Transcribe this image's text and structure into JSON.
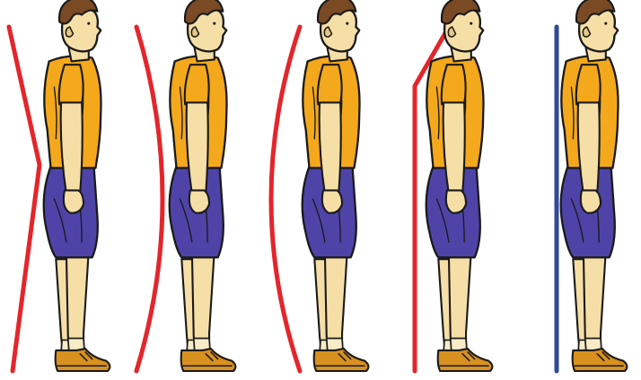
{
  "figures": [
    {
      "id": "figure-1",
      "spine_line": "posture-line-red",
      "posture": "kyphosis-lordosis"
    },
    {
      "id": "figure-2",
      "spine_line": "posture-line-red",
      "posture": "lordosis"
    },
    {
      "id": "figure-3",
      "spine_line": "posture-line-red",
      "posture": "sway-back"
    },
    {
      "id": "figure-4",
      "spine_line": "posture-line-red",
      "posture": "flat-back"
    },
    {
      "id": "figure-5",
      "spine_line": "posture-line-blue",
      "posture": "ideal"
    }
  ],
  "colors": {
    "background": "#ffffff",
    "line_red": "#e3262b",
    "line_blue": "#2f4a9c",
    "shirt": "#f4a81c",
    "shirt_shade": "#e0901a",
    "shorts": "#4e44a8",
    "shorts_shade": "#3b3290",
    "skin": "#f6dfa6",
    "skin_shade": "#e8c784",
    "hair": "#7a4a24",
    "shoe": "#d8901e",
    "sock": "#f7ecc6",
    "outline": "#1a1a1a"
  },
  "icons": [
    "posture-line-red",
    "posture-line-blue",
    "man-side-profile"
  ]
}
